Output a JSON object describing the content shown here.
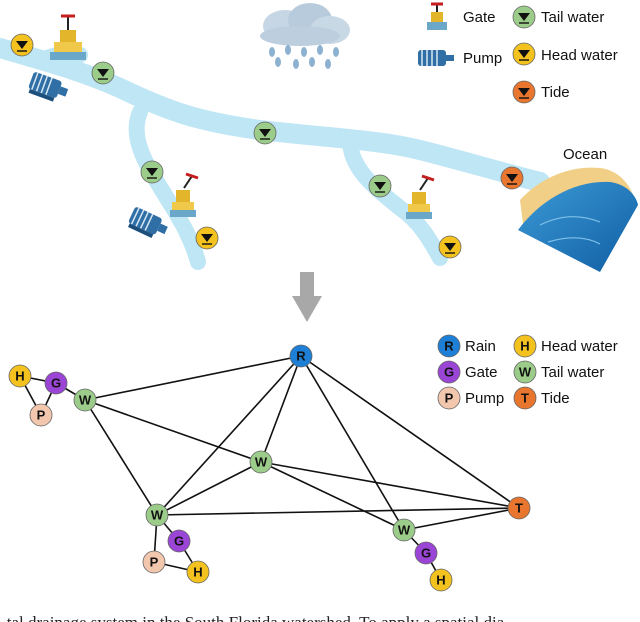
{
  "legend_top": {
    "gate": "Gate",
    "pump": "Pump",
    "tail_water": "Tail water",
    "head_water": "Head water",
    "tide": "Tide"
  },
  "ocean_label": "Ocean",
  "legend_bottom": {
    "rain": {
      "letter": "R",
      "label": "Rain"
    },
    "gate": {
      "letter": "G",
      "label": "Gate"
    },
    "pump": {
      "letter": "P",
      "label": "Pump"
    },
    "head_water": {
      "letter": "H",
      "label": "Head water"
    },
    "tail_water": {
      "letter": "W",
      "label": "Tail water"
    },
    "tide": {
      "letter": "T",
      "label": "Tide"
    }
  },
  "colors": {
    "rain": "#1e7fd6",
    "gate": "#9b45d6",
    "pump": "#f3c7ae",
    "head_water": "#f4c21f",
    "tail_water": "#9ccc8a",
    "tide": "#e8762f",
    "river": "#bfe6f5",
    "ocean": "#1f6fb4",
    "sand": "#f1cf87",
    "pump_icon": "#2f6fa6",
    "arrow": "#a8a8a8"
  },
  "graph_nodes": [
    {
      "id": "R",
      "type": "rain",
      "letter": "R"
    },
    {
      "id": "W1",
      "type": "tail_water",
      "letter": "W"
    },
    {
      "id": "G1",
      "type": "gate",
      "letter": "G"
    },
    {
      "id": "H1",
      "type": "head_water",
      "letter": "H"
    },
    {
      "id": "P1",
      "type": "pump",
      "letter": "P"
    },
    {
      "id": "W2",
      "type": "tail_water",
      "letter": "W"
    },
    {
      "id": "W3",
      "type": "tail_water",
      "letter": "W"
    },
    {
      "id": "G3",
      "type": "gate",
      "letter": "G"
    },
    {
      "id": "P3",
      "type": "pump",
      "letter": "P"
    },
    {
      "id": "H3",
      "type": "head_water",
      "letter": "H"
    },
    {
      "id": "W4",
      "type": "tail_water",
      "letter": "W"
    },
    {
      "id": "G4",
      "type": "gate",
      "letter": "G"
    },
    {
      "id": "H4",
      "type": "head_water",
      "letter": "H"
    },
    {
      "id": "T",
      "type": "tide",
      "letter": "T"
    }
  ],
  "graph_edges": [
    [
      "R",
      "W1"
    ],
    [
      "R",
      "W2"
    ],
    [
      "R",
      "W3"
    ],
    [
      "R",
      "W4"
    ],
    [
      "R",
      "T"
    ],
    [
      "W1",
      "W2"
    ],
    [
      "W1",
      "W3"
    ],
    [
      "W2",
      "W3"
    ],
    [
      "W2",
      "T"
    ],
    [
      "W2",
      "W4"
    ],
    [
      "W3",
      "T"
    ],
    [
      "W4",
      "T"
    ],
    [
      "W1",
      "G1"
    ],
    [
      "G1",
      "H1"
    ],
    [
      "G1",
      "P1"
    ],
    [
      "H1",
      "P1"
    ],
    [
      "W3",
      "G3"
    ],
    [
      "W3",
      "P3"
    ],
    [
      "G3",
      "H3"
    ],
    [
      "P3",
      "H3"
    ],
    [
      "W4",
      "G4"
    ],
    [
      "G4",
      "H4"
    ]
  ],
  "caption": "...tal drainage system in the South Florida watershed. To apply a spatial dia..."
}
